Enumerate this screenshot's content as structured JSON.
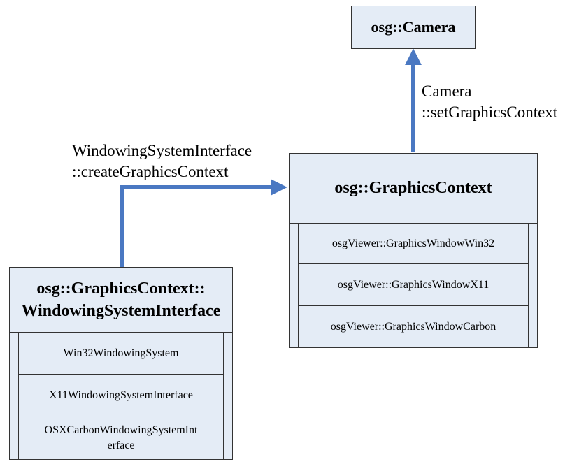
{
  "boxes": {
    "camera": "osg::Camera",
    "graphics_context": "osg::GraphicsContext",
    "wsi_line1": "osg::GraphicsContext::",
    "wsi_line2": "WindowingSystemInterface"
  },
  "graphics_context_items": [
    "osgViewer::GraphicsWindowWin32",
    "osgViewer::GraphicsWindowX11",
    "osgViewer::GraphicsWindowCarbon"
  ],
  "wsi_items": [
    "Win32WindowingSystem",
    "X11WindowingSystemInterface",
    "OSXCarbonWindowingSystemInt",
    "erface"
  ],
  "edges": {
    "set_line1": "Camera",
    "set_line2": "::setGraphicsContext",
    "create_line1": "WindowingSystemInterface",
    "create_line2": "::createGraphicsContext"
  },
  "colors": {
    "box_fill": "#e4ecf6",
    "arrow": "#4a78c2"
  }
}
